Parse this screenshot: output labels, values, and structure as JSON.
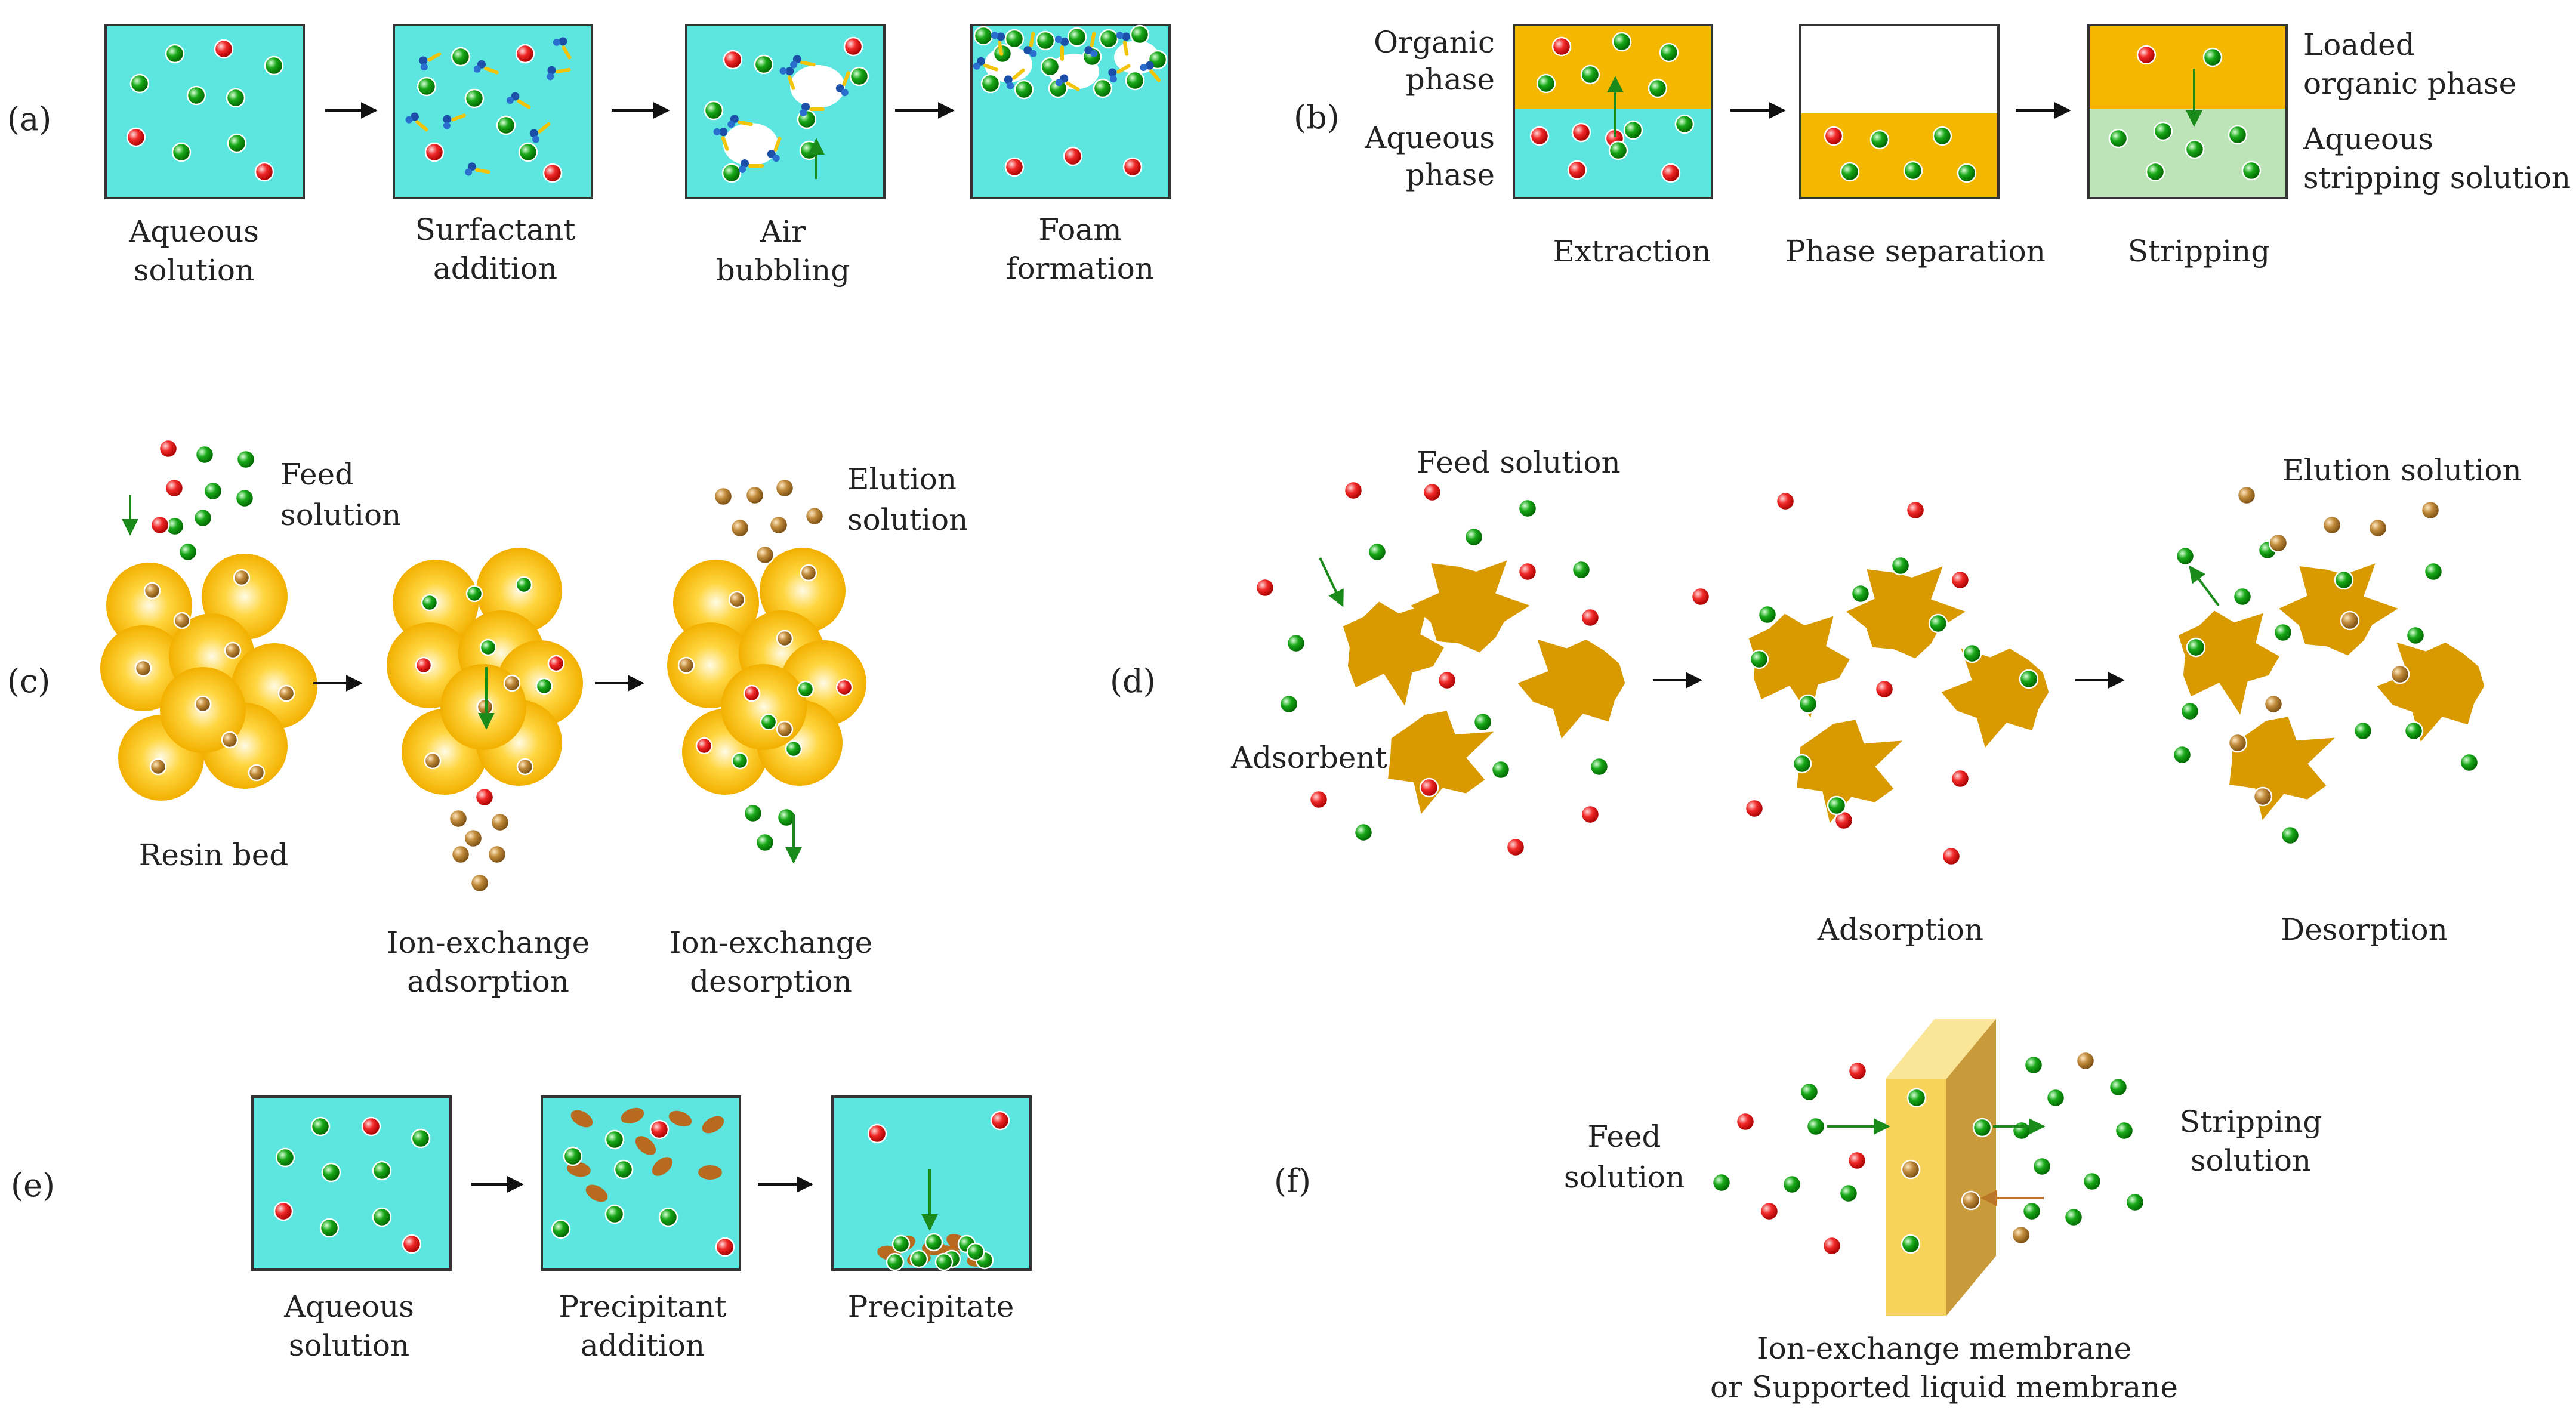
{
  "panels": {
    "a": {
      "tag": "(a)",
      "steps": [
        [
          "Aqueous",
          "solution"
        ],
        [
          "Surfactant",
          "addition"
        ],
        [
          "Air",
          "bubbling"
        ],
        [
          "Foam",
          "formation"
        ]
      ]
    },
    "b": {
      "tag": "(b)",
      "phase_labels": {
        "organic": [
          "Organic",
          "phase"
        ],
        "aqueous": [
          "Aqueous",
          "phase"
        ],
        "loaded": [
          "Loaded",
          "organic phase"
        ],
        "stripping": [
          "Aqueous",
          "stripping solution"
        ]
      },
      "steps": [
        "Extraction",
        "Phase separation",
        "Stripping"
      ]
    },
    "c": {
      "tag": "(c)",
      "feed": [
        "Feed",
        "solution"
      ],
      "elution": [
        "Elution",
        "solution"
      ],
      "resin_bed": "Resin bed",
      "adsorption": [
        "Ion-exchange",
        "adsorption"
      ],
      "desorption": [
        "Ion-exchange",
        "desorption"
      ]
    },
    "d": {
      "tag": "(d)",
      "feed": "Feed solution",
      "elution": "Elution solution",
      "adsorbent": "Adsorbent",
      "adsorption": "Adsorption",
      "desorption": "Desorption"
    },
    "e": {
      "tag": "(e)",
      "steps": [
        [
          "Aqueous",
          "solution"
        ],
        [
          "Precipitant",
          "addition"
        ],
        [
          "Precipitate"
        ]
      ]
    },
    "f": {
      "tag": "(f)",
      "feed": [
        "Feed",
        "solution"
      ],
      "stripping": [
        "Stripping",
        "solution"
      ],
      "membrane": [
        "Ion-exchange membrane",
        "or Supported liquid membrane"
      ]
    }
  },
  "colors": {
    "aqueous": "#5de6e0",
    "organic": "#f5b800",
    "stripping": "#bde3b8",
    "adsorbent": "#d89a00",
    "membrane": "#f7d35b",
    "membrane_side": "#c89a3a",
    "arrow_green": "#1a8a1a",
    "arrow_brown": "#b87828"
  }
}
